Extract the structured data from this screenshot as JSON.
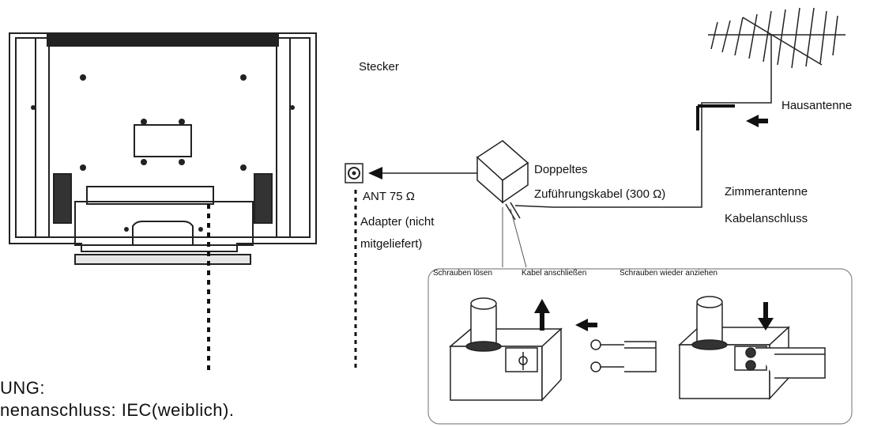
{
  "labels": {
    "stecker": "Stecker",
    "hausantenne": "Hausantenne",
    "doppeltes": "Doppeltes",
    "zufuehrung": "Zuführungskabel (300 Ω)",
    "zimmerantenne": "Zimmerantenne",
    "kabelanschluss": "Kabelanschluss",
    "ant": "ANT 75 Ω",
    "adapter1": "Adapter (nicht",
    "adapter2": "mitgeliefert)"
  },
  "steps": {
    "step1": "Schrauben lösen",
    "step2": "Kabel anschließen",
    "step3": "Schrauben wieder anziehen"
  },
  "note": {
    "line1": "UNG:",
    "line2": "nenanschluss: IEC(weiblich)."
  }
}
